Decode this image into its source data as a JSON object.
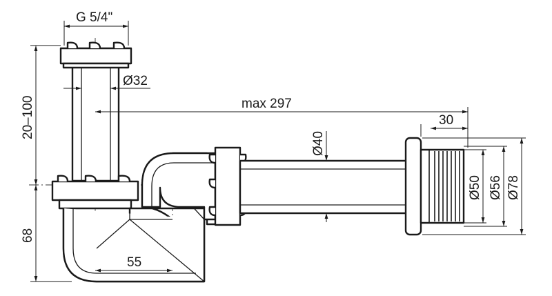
{
  "labels": {
    "thread": "G 5/4\"",
    "dia_inlet": "Ø32",
    "length_max": "max 297",
    "dia_pipe": "Ø40",
    "socket_depth": "30",
    "height_adjust": "20–100",
    "dia_socket_inner": "Ø50",
    "dia_socket_outer": "Ø56",
    "dia_flange": "Ø78",
    "seal_height": "68",
    "offset": "55"
  }
}
